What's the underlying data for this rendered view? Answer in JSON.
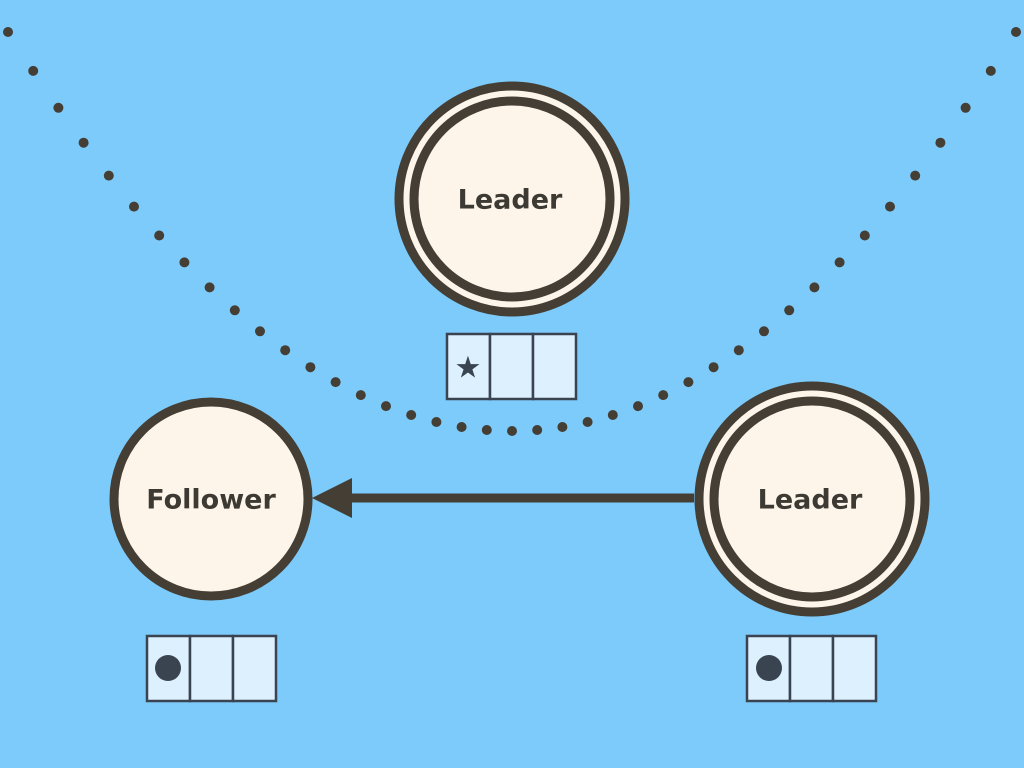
{
  "colors": {
    "background": "#7ccbfb",
    "node_fill": "#fdf5ea",
    "node_stroke": "#453e35",
    "log_cell_fill": "#dcf0fd",
    "log_cell_stroke": "#3a4350",
    "marker": "#3a4350"
  },
  "nodes": [
    {
      "id": "top",
      "label": "Leader",
      "ring": "double",
      "log": [
        "star-marker",
        "empty",
        "empty"
      ]
    },
    {
      "id": "left",
      "label": "Follower",
      "ring": "single",
      "log": [
        "dot-marker",
        "empty",
        "empty"
      ]
    },
    {
      "id": "right",
      "label": "Leader",
      "ring": "double",
      "log": [
        "dot-marker",
        "empty",
        "empty"
      ]
    }
  ],
  "edges": [
    {
      "from": "right",
      "to": "left",
      "style": "solid-arrow"
    }
  ],
  "boundary": {
    "style": "dotted-arc"
  },
  "glyphs": {
    "star": "★"
  }
}
